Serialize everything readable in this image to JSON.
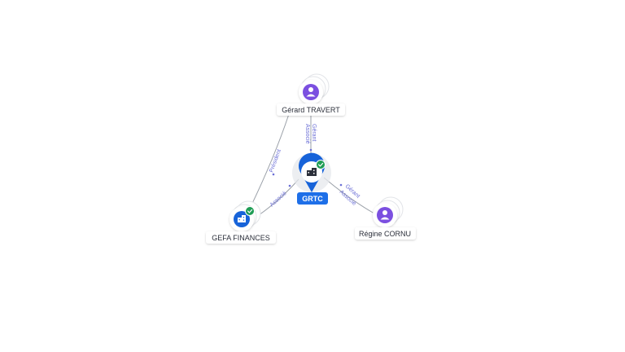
{
  "colors": {
    "edge": "#9aa0a8",
    "edge_label": "#6b6fd6",
    "person": "#7b4fe0",
    "company": "#1763d9",
    "verified": "#1f9d55",
    "center_badge": "#1e6fe8"
  },
  "nodes": {
    "gerard": {
      "label": "Gérard TRAVERT",
      "icon": "person-icon"
    },
    "grtc": {
      "label": "GRTC",
      "icon": "building-icon",
      "verified": true
    },
    "gefa": {
      "label": "GEFA FINANCES",
      "icon": "building-icon",
      "verified": true
    },
    "regine": {
      "label": "Régine CORNU",
      "icon": "person-icon"
    }
  },
  "edges": {
    "gerard_grtc": {
      "label1": "Gérant",
      "label2": "Associé"
    },
    "gerard_gefa": {
      "label1": "Président"
    },
    "gefa_grtc": {
      "label1": "Associé"
    },
    "regine_grtc": {
      "label1": "Gérant",
      "label2": "Associé"
    }
  }
}
